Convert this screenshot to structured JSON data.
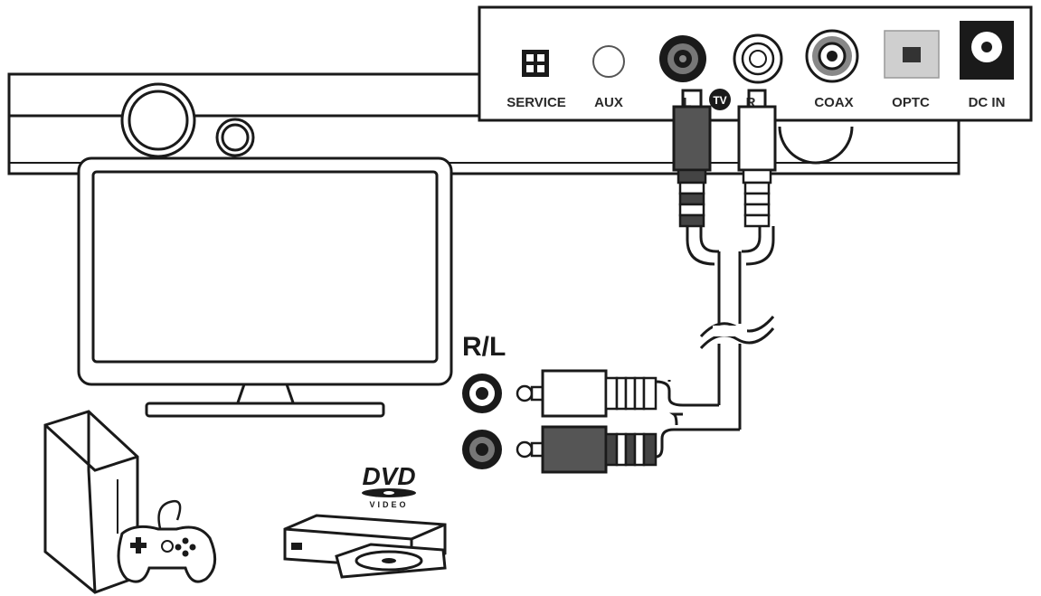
{
  "ports": {
    "service": "SERVICE",
    "aux": "AUX",
    "l": "L",
    "tv": "TV",
    "r": "R",
    "coax": "COAX",
    "optc": "OPTC",
    "dcin": "DC IN"
  },
  "rl_label": "R/L",
  "dvd_logo": {
    "main": "DVD",
    "sub": "VIDEO"
  },
  "colors": {
    "line": "#1a1a1a",
    "plug_dark": "#555555",
    "plug_light": "#ffffff",
    "optical_fill": "#cfcfcf"
  }
}
